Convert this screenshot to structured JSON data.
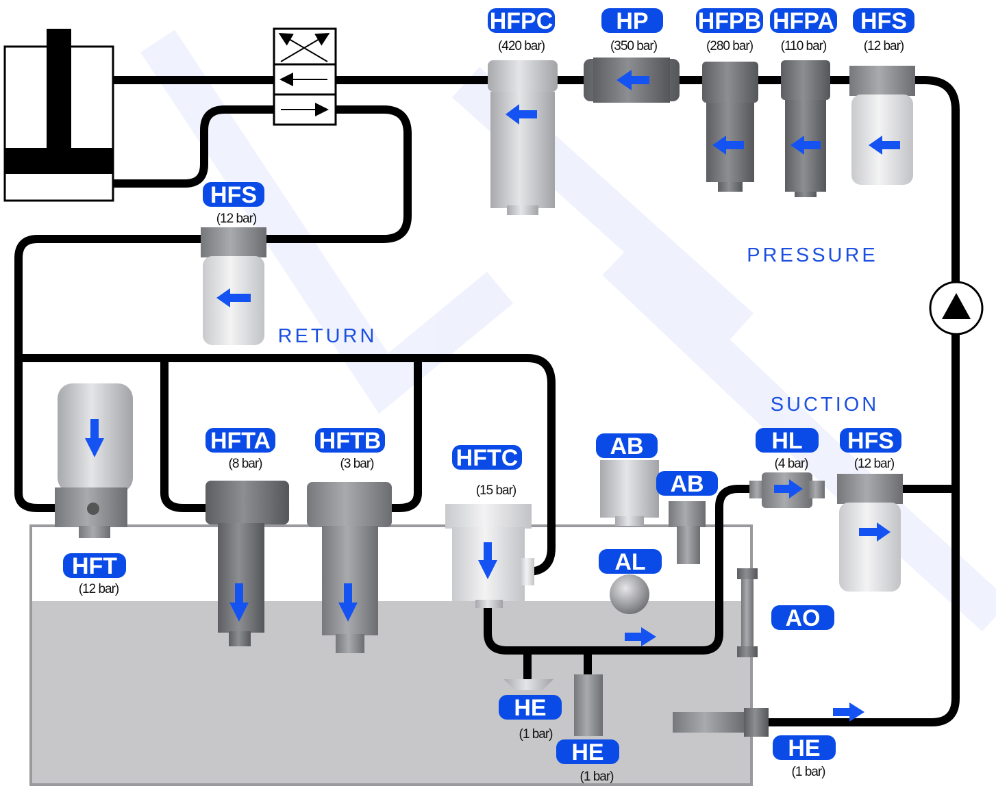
{
  "colors": {
    "badge": "#0a4ae6",
    "arrow": "#1453f2",
    "pipe": "#000000",
    "tank": "#c7c7ca",
    "tank_border": "#9a9a9e",
    "section_text": "#1b4fe0",
    "watermark": "#dde5fb"
  },
  "sections": {
    "pressure": "PRESSURE",
    "return": "RETURN",
    "suction": "SUCTION"
  },
  "labels": {
    "hfpc": "HFPC",
    "hfpc_p": "(420 bar)",
    "hp": "HP",
    "hp_p": "(350 bar)",
    "hfpb": "HFPB",
    "hfpb_p": "(280 bar)",
    "hfpa": "HFPA",
    "hfpa_p": "(110 bar)",
    "hfs_top": "HFS",
    "hfs_top_p": "(12 bar)",
    "hfs_return": "HFS",
    "hfs_return_p": "(12 bar)",
    "hfta": "HFTA",
    "hfta_p": "(8 bar)",
    "hftb": "HFTB",
    "hftb_p": "(3 bar)",
    "hftc": "HFTC",
    "hftc_p": "(15 bar)",
    "hft": "HFT",
    "hft_p": "(12 bar)",
    "ab1": "AB",
    "ab2": "AB",
    "al": "AL",
    "ao": "AO",
    "hl": "HL",
    "hl_p": "(4 bar)",
    "hfs_suction": "HFS",
    "hfs_suction_p": "(12 bar)",
    "he1": "HE",
    "he1_p": "(1 bar)",
    "he2": "HE",
    "he2_p": "(1 bar)",
    "he3": "HE",
    "he3_p": "(1 bar)"
  },
  "icons": {
    "pump": "pump-triangle-icon",
    "valve": "directional-valve-icon",
    "cylinder": "hydraulic-cylinder-icon",
    "flow_arrow": "flow-arrow-icon"
  }
}
